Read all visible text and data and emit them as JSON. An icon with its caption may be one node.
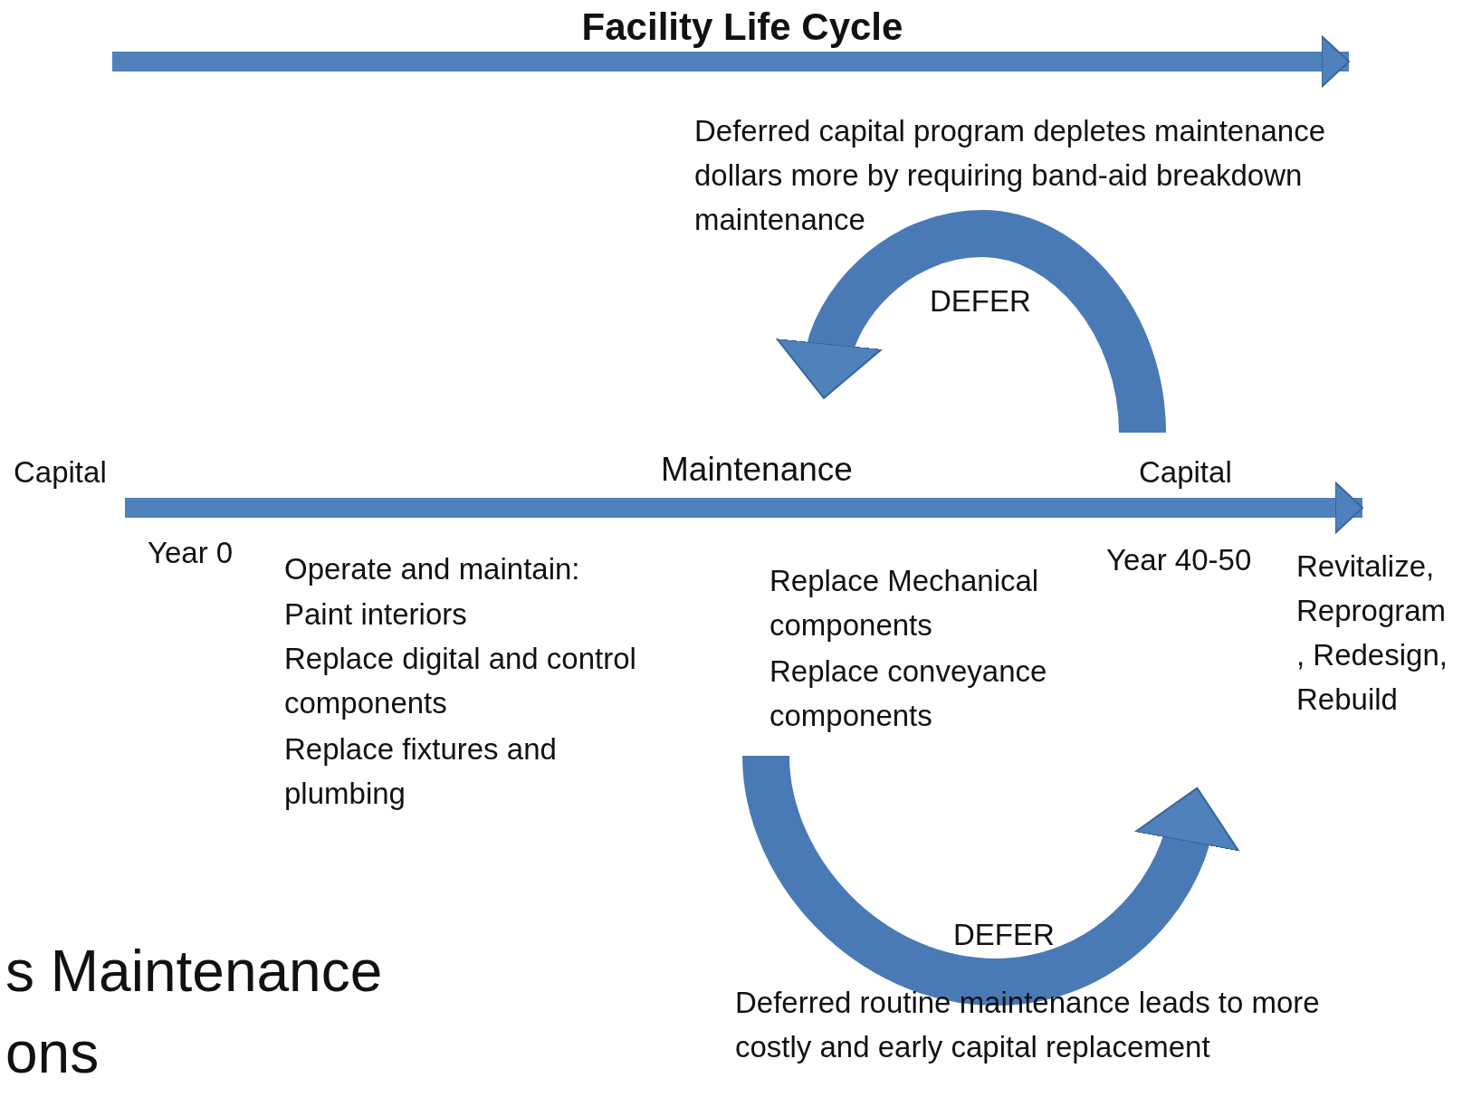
{
  "diagram": {
    "title": "Facility Life Cycle",
    "labels": [
      "Deferred capital program depletes maintenance dollars more by requiring band-aid breakdown maintenance",
      "DEFER",
      "Capital",
      "Maintenance",
      "Capital",
      "Year 0",
      "Operate and maintain:",
      "Paint interiors",
      "Replace digital and control components",
      "Replace fixtures and plumbing",
      "Replace Mechanical components",
      "Replace conveyance components",
      "Year 40-50",
      "Revitalize, Reprogram , Redesign, Rebuild",
      "DEFER",
      "s Maintenance ons",
      "Deferred routine maintenance leads to more costly and early capital replacement"
    ]
  }
}
